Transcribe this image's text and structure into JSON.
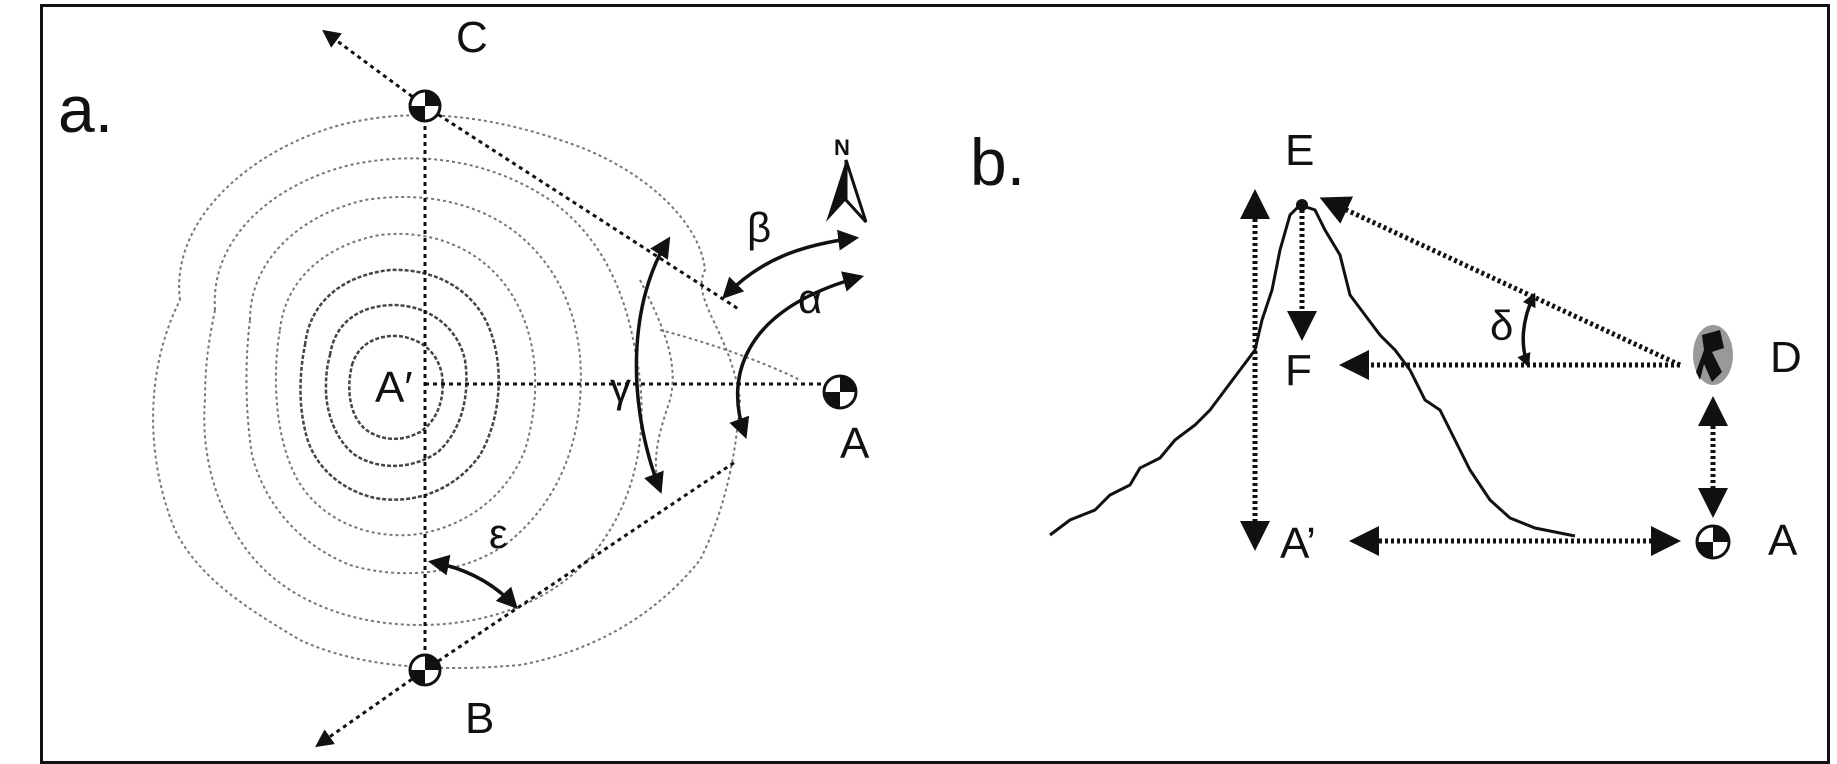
{
  "panel_a": {
    "label": "a.",
    "points": {
      "A": "A",
      "A_prime": "A′",
      "B": "B",
      "C": "C"
    },
    "angles": {
      "alpha": "α",
      "beta": "β",
      "gamma": "γ",
      "epsilon": "ε"
    },
    "north": "N",
    "icons": {
      "station": "survey-station-icon",
      "north": "north-arrow-icon"
    }
  },
  "panel_b": {
    "label": "b.",
    "points": {
      "E": "E",
      "F": "F",
      "D": "D",
      "A": "A",
      "A_prime": "A’"
    },
    "angles": {
      "delta": "δ"
    },
    "icons": {
      "observer": "observer-icon",
      "station": "survey-station-icon"
    }
  },
  "colors": {
    "ink": "#111111",
    "contour": "#777777",
    "background": "#ffffff"
  }
}
